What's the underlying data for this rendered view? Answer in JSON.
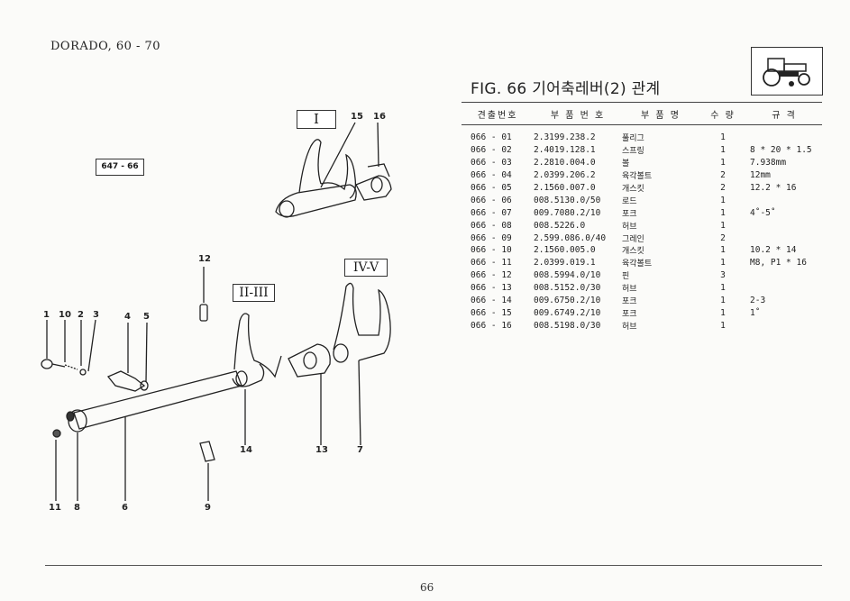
{
  "header": {
    "model": "DORADO, 60 - 70"
  },
  "figure": {
    "title": "FIG. 66 기어축레버(2) 관계",
    "ref_code": "647 - 66"
  },
  "groups": {
    "g1": "I",
    "g2": "II-III",
    "g3": "IV-V"
  },
  "callouts": [
    "15",
    "16",
    "12",
    "1",
    "10",
    "2",
    "3",
    "4",
    "5",
    "14",
    "13",
    "7",
    "11",
    "8",
    "6",
    "9"
  ],
  "table": {
    "headers": [
      "견출번호",
      "부 품 번 호",
      "부 품 명",
      "수 량",
      "규  격"
    ],
    "rows": [
      [
        "066 - 01",
        "2.3199.238.2",
        "풀리그",
        "1",
        ""
      ],
      [
        "066 - 02",
        "2.4019.128.1",
        "스프링",
        "1",
        "8 * 20 * 1.5"
      ],
      [
        "066 - 03",
        "2.2810.004.0",
        "볼",
        "1",
        "7.938mm"
      ],
      [
        "066 - 04",
        "2.0399.206.2",
        "육각볼트",
        "2",
        "12mm"
      ],
      [
        "066 - 05",
        "2.1560.007.0",
        "개스킷",
        "2",
        "12.2 * 16"
      ],
      [
        "066 - 06",
        "008.5130.0/50",
        "로드",
        "1",
        ""
      ],
      [
        "066 - 07",
        "009.7080.2/10",
        "포크",
        "1",
        "4˚-5˚"
      ],
      [
        "066 - 08",
        "008.5226.0",
        "허브",
        "1",
        ""
      ],
      [
        "066 - 09",
        "2.599.086.0/40",
        "그레인",
        "2",
        ""
      ],
      [
        "066 - 10",
        "2.1560.005.0",
        "개스킷",
        "1",
        "10.2 * 14"
      ],
      [
        "066 - 11",
        "2.0399.019.1",
        "육각볼트",
        "1",
        "M8, P1 * 16"
      ],
      [
        "066 - 12",
        "008.5994.0/10",
        "핀",
        "3",
        ""
      ],
      [
        "066 - 13",
        "008.5152.0/30",
        "허브",
        "1",
        ""
      ],
      [
        "066 - 14",
        "009.6750.2/10",
        "포크",
        "1",
        "2-3"
      ],
      [
        "066 - 15",
        "009.6749.2/10",
        "포크",
        "1",
        "1˚"
      ],
      [
        "066 - 16",
        "008.5198.0/30",
        "허브",
        "1",
        ""
      ]
    ]
  },
  "footer": {
    "page": "66"
  }
}
